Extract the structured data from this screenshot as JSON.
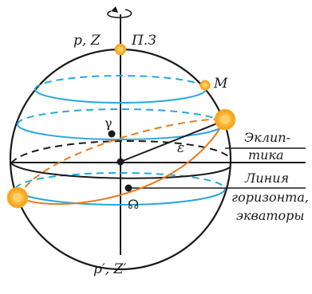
{
  "labels": {
    "top_pole": "p, Z",
    "north_pole_mark": "П.З",
    "bottom_pole": "p′, Z′",
    "star": "M",
    "gamma": "γ",
    "epsilon": "ε",
    "omega": "☊",
    "ecliptic_line1": "Эклип-",
    "ecliptic_line2": "тика",
    "horizon_line1": "Линия",
    "horizon_line2": "горизонта,",
    "horizon_line3": "экваторы"
  },
  "colors": {
    "sphere": "#1a1a1a",
    "parallels": "#27a8dd",
    "ecliptic": "#ec7a1c",
    "sun": "#f6a821"
  },
  "icons": {
    "sun": "sun-icon",
    "rotation": "rotation-arrow-icon"
  }
}
